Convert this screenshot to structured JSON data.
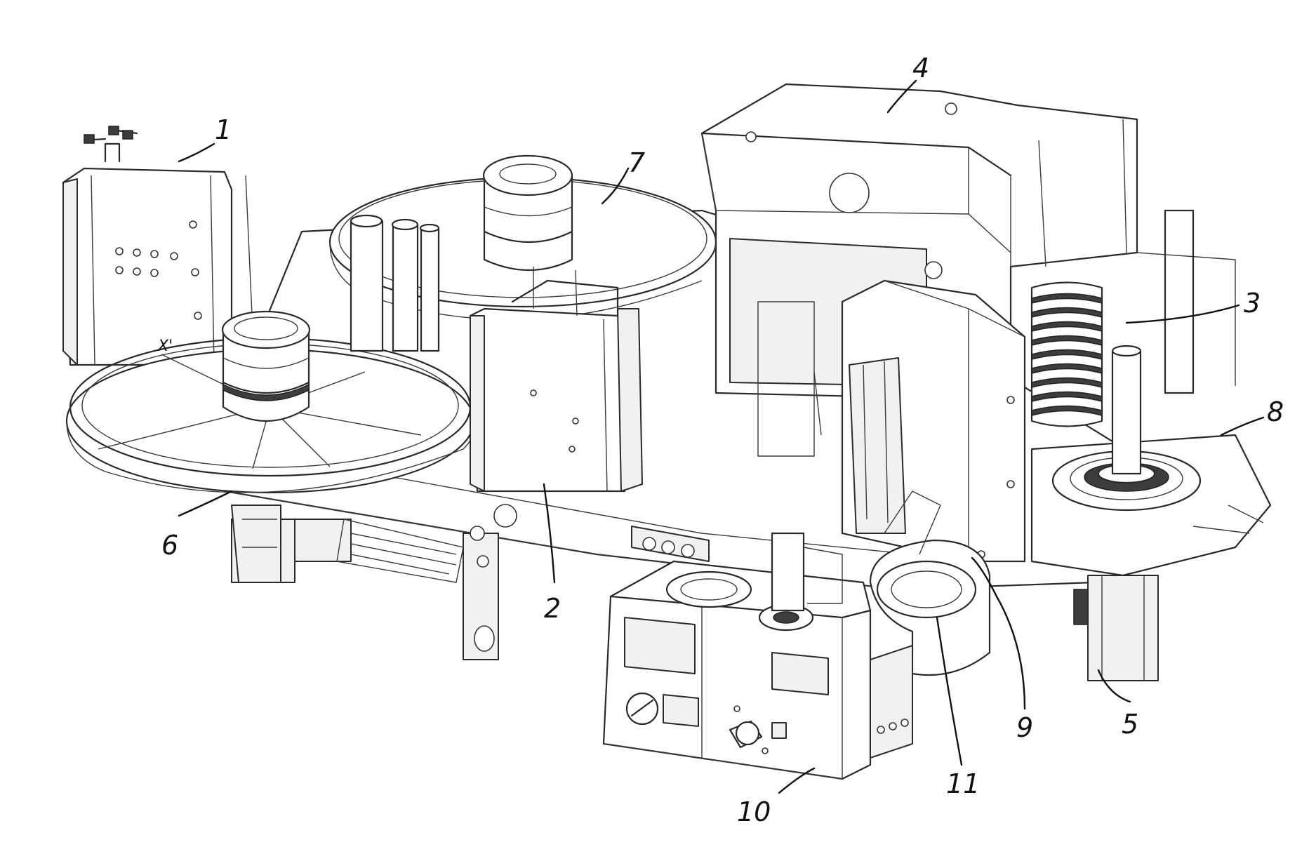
{
  "figure": {
    "reference_numerals": [
      {
        "id": "r1",
        "label": "1"
      },
      {
        "id": "r2",
        "label": "2"
      },
      {
        "id": "r3",
        "label": "3"
      },
      {
        "id": "r4",
        "label": "4"
      },
      {
        "id": "r5",
        "label": "5"
      },
      {
        "id": "r6",
        "label": "6"
      },
      {
        "id": "r7",
        "label": "7"
      },
      {
        "id": "r8",
        "label": "8"
      },
      {
        "id": "r9",
        "label": "9"
      },
      {
        "id": "r10",
        "label": "10"
      },
      {
        "id": "r11",
        "label": "11"
      }
    ],
    "stray_mark": "X'"
  }
}
